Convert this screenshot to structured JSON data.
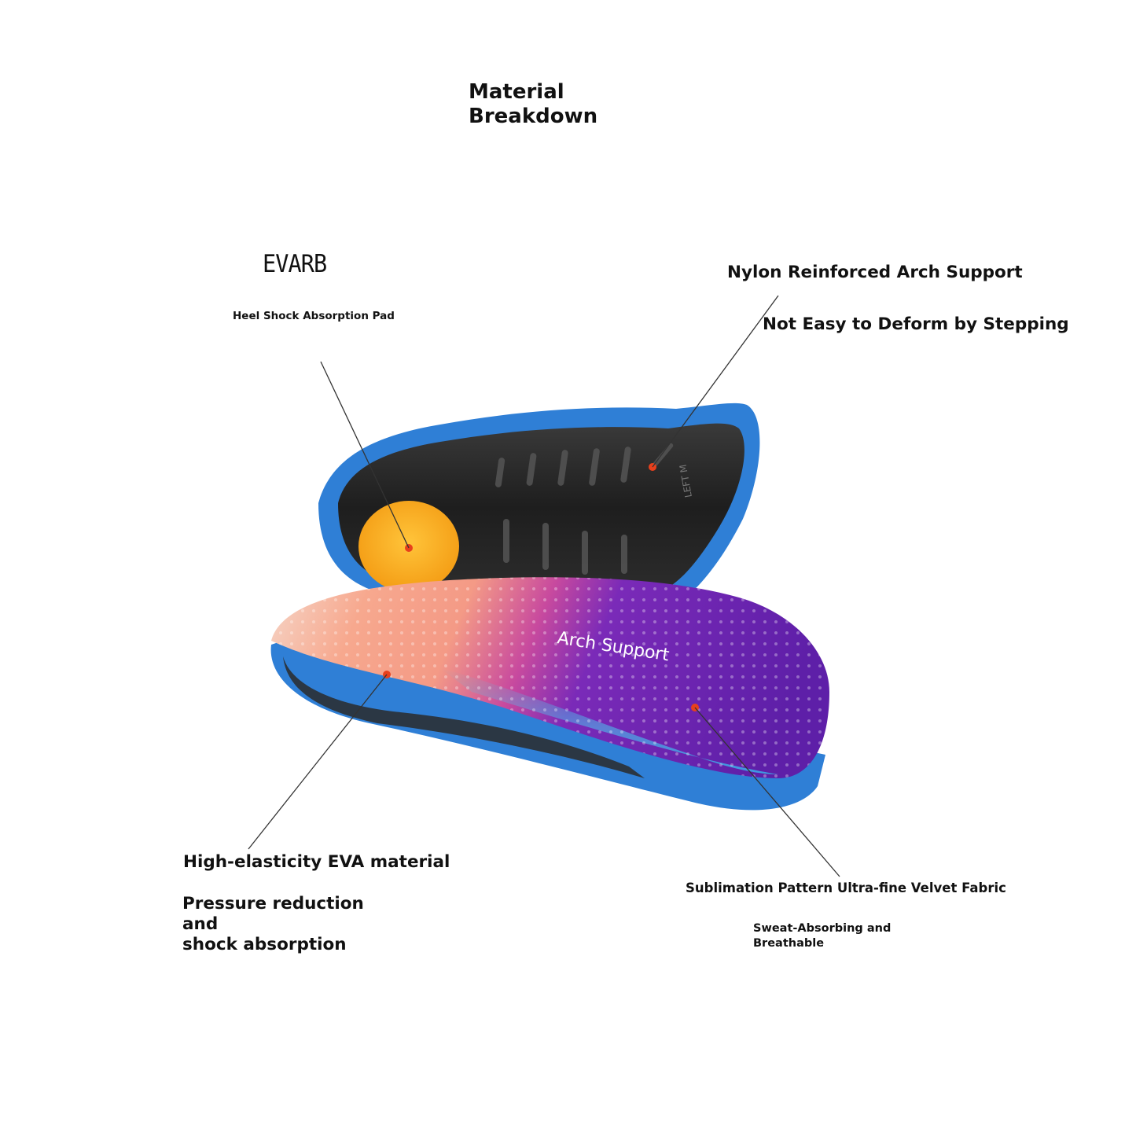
{
  "heading": {
    "line1": "Material",
    "line2": "Breakdown"
  },
  "brand": "EVARB",
  "callouts": {
    "heel": {
      "title": "Heel Shock Absorption Pad"
    },
    "nylon": {
      "title": "Nylon Reinforced Arch Support",
      "subtitle": "Not Easy to Deform by Stepping"
    },
    "eva": {
      "title": "High-elasticity EVA material",
      "subtitle_line1": "Pressure reduction and",
      "subtitle_line2": "shock absorption"
    },
    "fabric": {
      "title": "Sublimation Pattern Ultra-fine Velvet Fabric",
      "subtitle_line1": "Sweat-Absorbing and",
      "subtitle_line2": "Breathable"
    }
  },
  "insole": {
    "top_print": "Arch Support",
    "bottom_print": "LEFT M"
  },
  "colors": {
    "text": "#111111",
    "marker": "#e8401c",
    "pad": "#f7a81e",
    "foam_blue": "#2f7fd6",
    "shell": "#262626",
    "fabric_purple": "#6a22b4",
    "fabric_peach": "#f6a48c",
    "fabric_cyan": "#4cc4ee"
  }
}
